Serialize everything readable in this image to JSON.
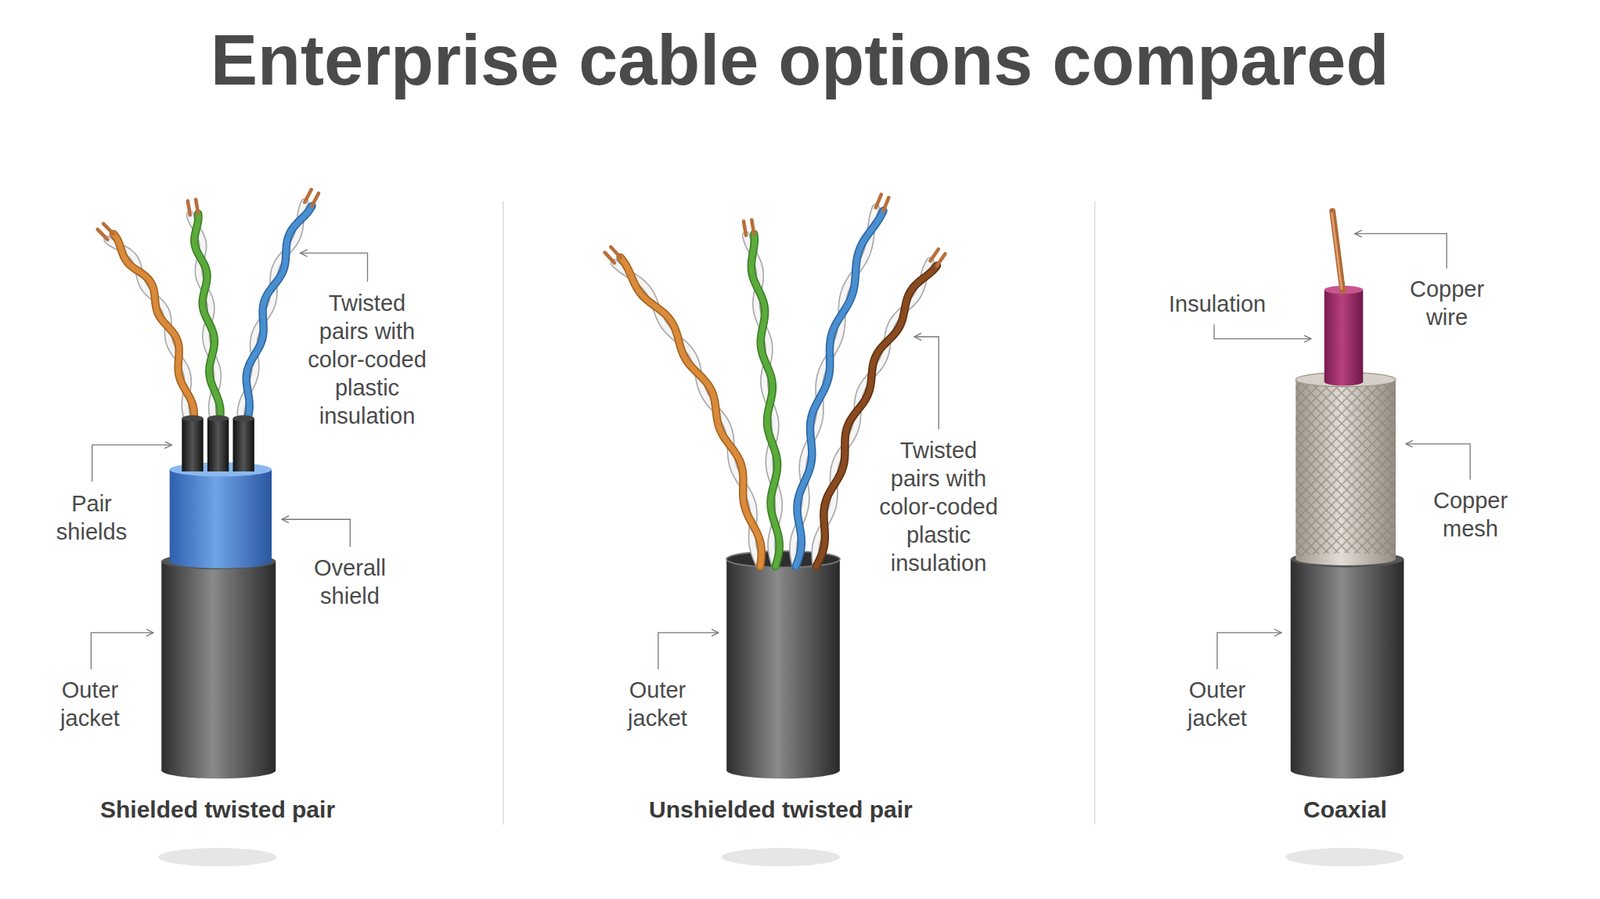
{
  "diagram": {
    "title": "Enterprise cable options compared",
    "labels": [
      "Twisted pairs with color-coded plastic insulation",
      "Pair shields",
      "Overall shield",
      "Outer jacket",
      "Shielded twisted pair",
      "Twisted pairs with color-coded plastic insulation",
      "Outer jacket",
      "Unshielded twisted pair",
      "Insulation",
      "Copper wire",
      "Copper mesh",
      "Outer jacket",
      "Coaxial"
    ]
  }
}
